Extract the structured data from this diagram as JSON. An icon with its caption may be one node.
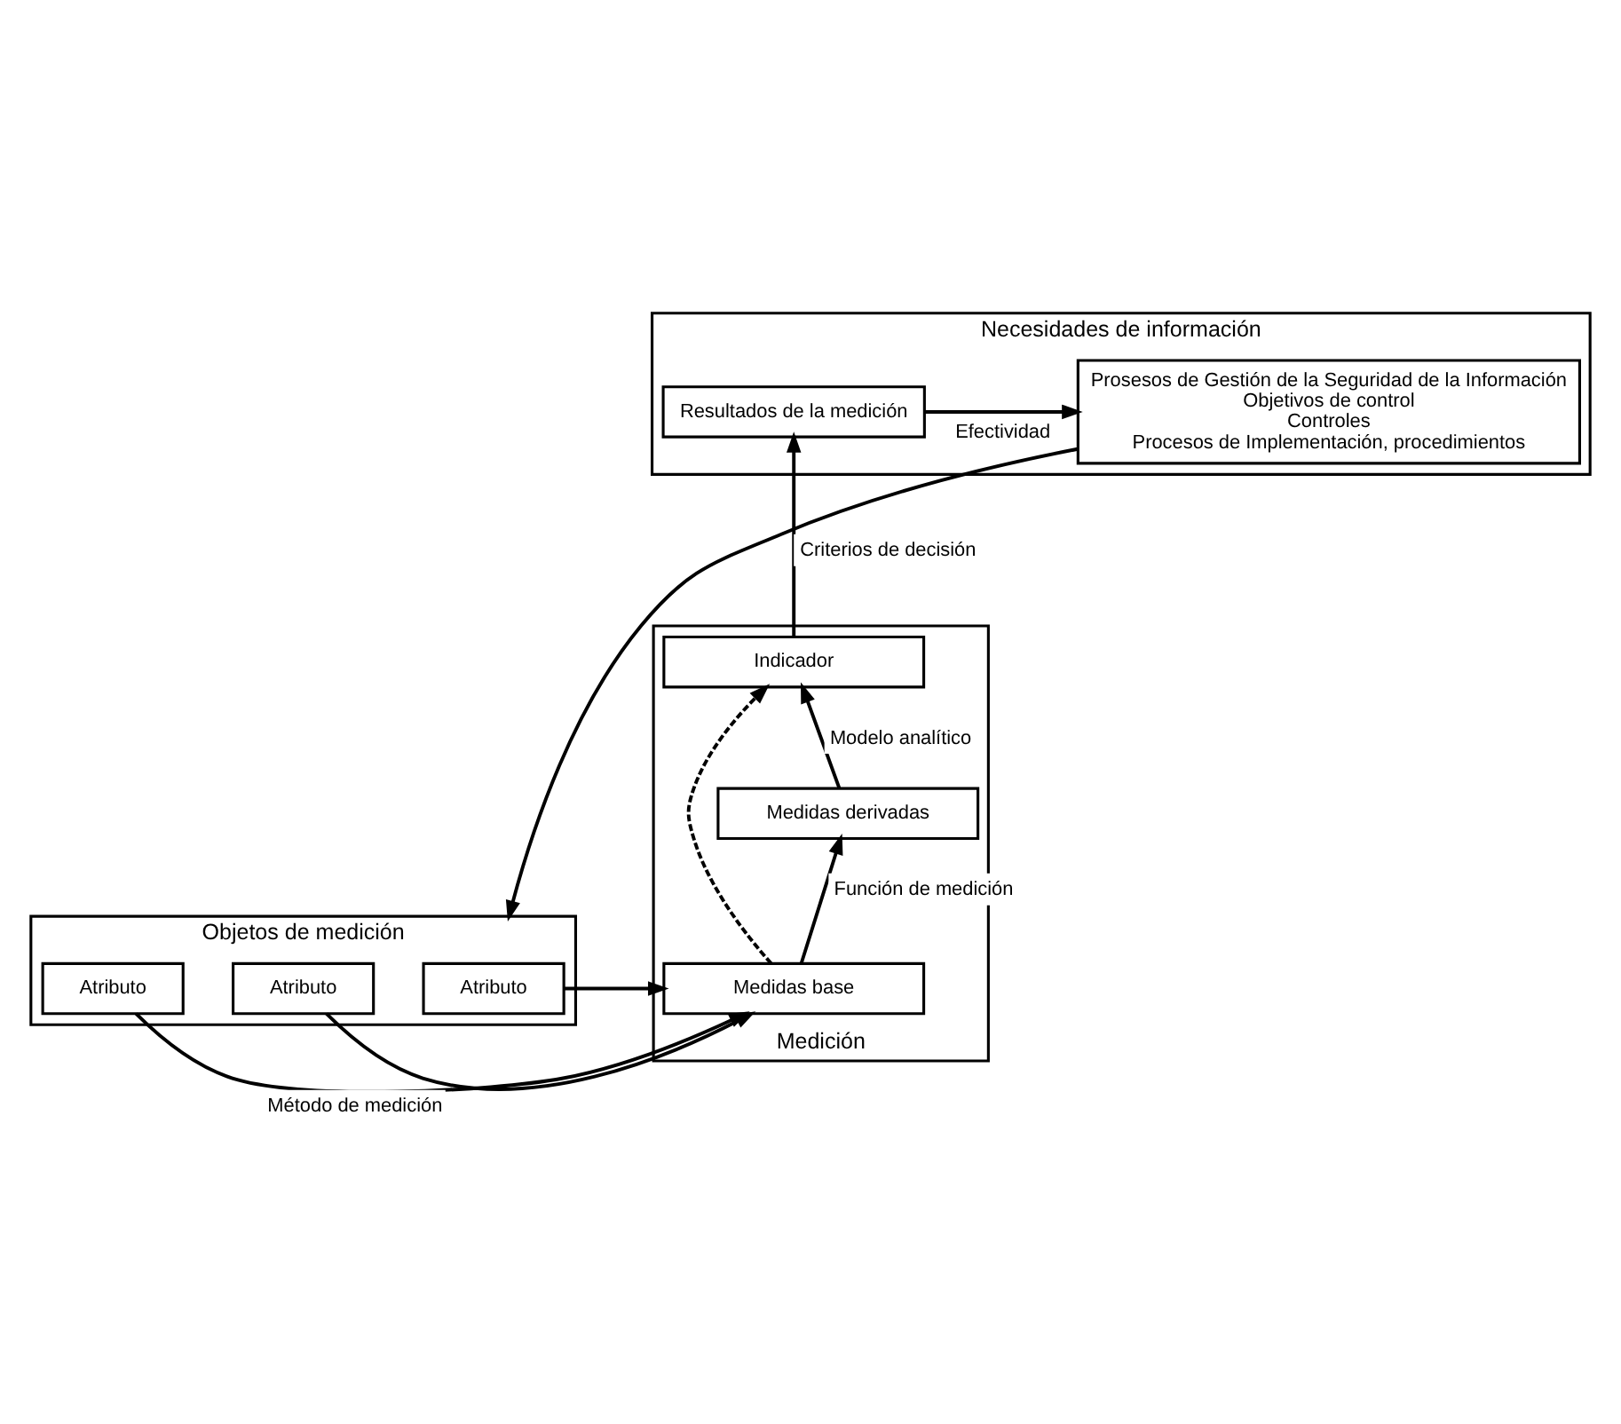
{
  "diagram": {
    "nodes": [
      {
        "text": [
          "Necesidades de información"
        ]
      },
      {
        "text": [
          "Prosesos de Gestión de la Seguridad de la Información",
          "Objetivos de control",
          "Controles",
          "Procesos de Implementación, procedimientos"
        ],
        "in": 0
      },
      {
        "text": [
          "Resultados de la medición"
        ],
        "in": 0
      },
      {
        "text": [
          "Objetos de medición"
        ]
      },
      {
        "text": [
          "Atributo"
        ],
        "in": 3
      },
      {
        "text": [
          "Atributo"
        ],
        "in": 3
      },
      {
        "text": [
          "Atributo"
        ],
        "in": 3
      },
      {
        "text": [
          "Medición"
        ]
      },
      {
        "text": [
          "Indicador"
        ],
        "in": 7
      },
      {
        "text": [
          "Medidas derivadas"
        ],
        "in": 7
      },
      {
        "text": [
          "Medidas base"
        ],
        "in": 7
      }
    ],
    "edges": [
      {
        "from": 2,
        "to": 1,
        "arrow": "to",
        "label": "Efectividad"
      },
      {
        "from": 1,
        "to": 3,
        "arrow": "to"
      },
      {
        "from": 4,
        "to": 10,
        "arrow": "to"
      },
      {
        "from": 5,
        "to": 10,
        "arrow": "to"
      },
      {
        "from": 6,
        "to": 10,
        "arrow": "to",
        "label": "Método de medición"
      },
      {
        "from": 10,
        "to": 9,
        "arrow": "to",
        "label": "Función de medición"
      },
      {
        "from": 9,
        "to": 8,
        "arrow": "to",
        "label": "Modelo analítico"
      },
      {
        "from": 10,
        "to": 8,
        "arrow": "to",
        "style": "dashed"
      },
      {
        "from": 8,
        "to": 2,
        "arrow": "to",
        "label": "Criterios de decisión"
      }
    ]
  }
}
